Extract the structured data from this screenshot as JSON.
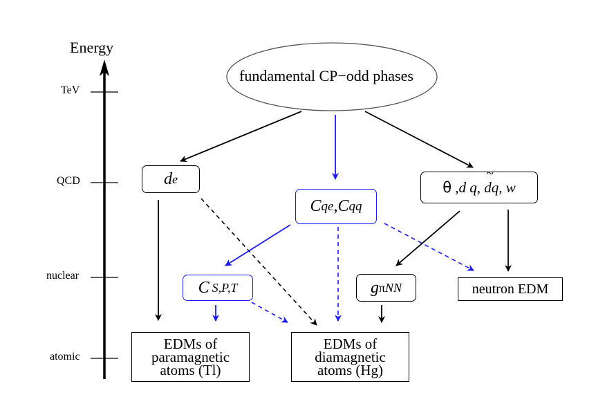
{
  "energy_axis": {
    "title": "Energy",
    "levels": [
      {
        "label": "TeV"
      },
      {
        "label": "QCD"
      },
      {
        "label": "nuclear"
      },
      {
        "label": "atomic"
      }
    ]
  },
  "nodes": {
    "top": {
      "text": "fundamental CP−odd phases"
    },
    "de": {
      "main": "d",
      "sub": "e"
    },
    "cq": {
      "c1": "C",
      "s1": "qe",
      "comma": ",",
      "c2": "C",
      "s2": "qq"
    },
    "theta": {
      "theta": "θ",
      "rest": " ,d q, ",
      "tilde_dq": "dq",
      "tilde": "~",
      "tail": ", w"
    },
    "csp": {
      "main": "C",
      "sub": "S,P,T"
    },
    "gpi": {
      "main": "g",
      "sub_pi": "π",
      "sub_nn": "NN"
    },
    "neutron": {
      "text": "neutron EDM"
    },
    "para": {
      "line1": "EDMs of",
      "line2": "paramagnetic",
      "line3": "atoms (Tl)"
    },
    "dia": {
      "line1": "EDMs of",
      "line2": "diamagnetic",
      "line3": "atoms (Hg)"
    }
  },
  "colors": {
    "black": "#000000",
    "blue": "#1a1aff",
    "ellipse_stroke": "#555555"
  }
}
